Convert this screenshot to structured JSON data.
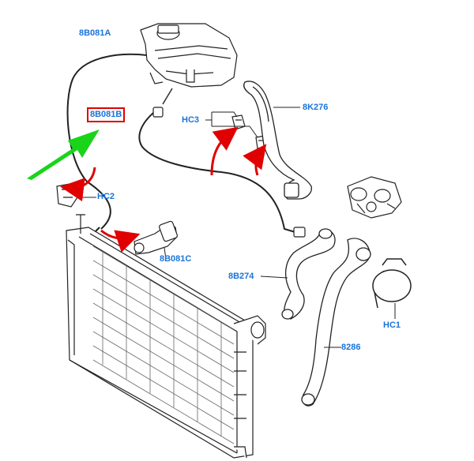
{
  "colors": {
    "label_text": "#1a73d9",
    "highlight_box": "#e00000",
    "red_arrows": "#e00000",
    "green_arrow": "#19d419",
    "line_art": "#222222"
  },
  "parts": {
    "reservoir_hose": "8B081A",
    "highlighted_part": "8B081B",
    "outlet_fitting": "8B081C",
    "upper_hose": "8K276",
    "middle_hose": "8B274",
    "lower_hose": "8286",
    "clip_group_3": "HC3",
    "clip_group_2": "HC2",
    "clip_group_1": "HC1"
  }
}
